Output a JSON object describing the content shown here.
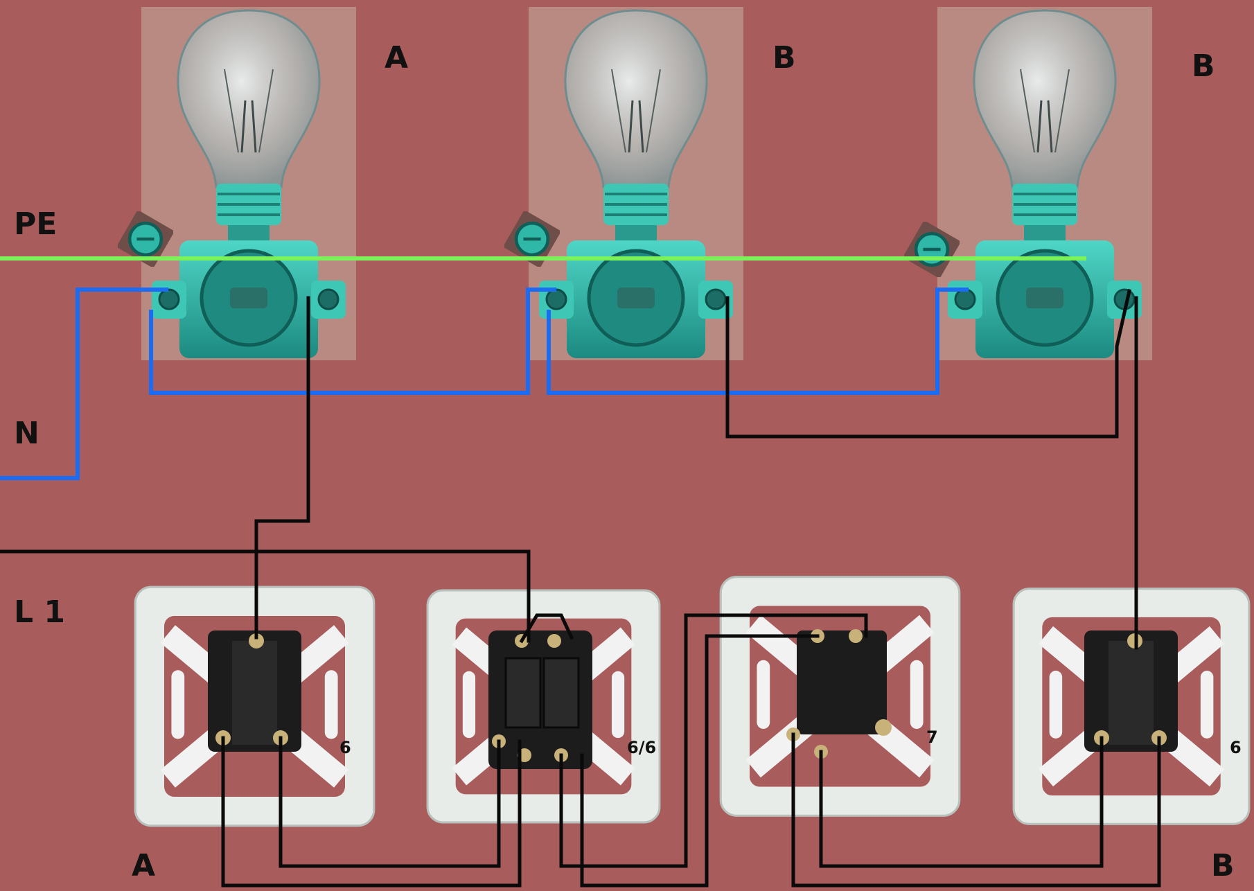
{
  "rail_labels": {
    "pe": "PE",
    "n": "N",
    "l1": "L 1"
  },
  "lamp_labels": [
    "A",
    "B",
    "B"
  ],
  "switch_labels": [
    "6",
    "6/6",
    "7",
    "6"
  ],
  "group_labels": {
    "left": "A",
    "right": "B"
  },
  "colors": {
    "background": "#a85c5c",
    "pe_wire": "#7cf25a",
    "neutral_wire": "#1a6cf5",
    "live_wire": "#0a0a0a",
    "lamp_photo_bg": "#b98a82",
    "fitting": "#2bb3a3",
    "switch_frame": "#e8ece8",
    "switch_body": "#1c1c1c"
  },
  "icons": {
    "lamp": "light-bulb-icon",
    "terminal": "screw-terminal-icon",
    "switch": "wall-switch-icon"
  }
}
